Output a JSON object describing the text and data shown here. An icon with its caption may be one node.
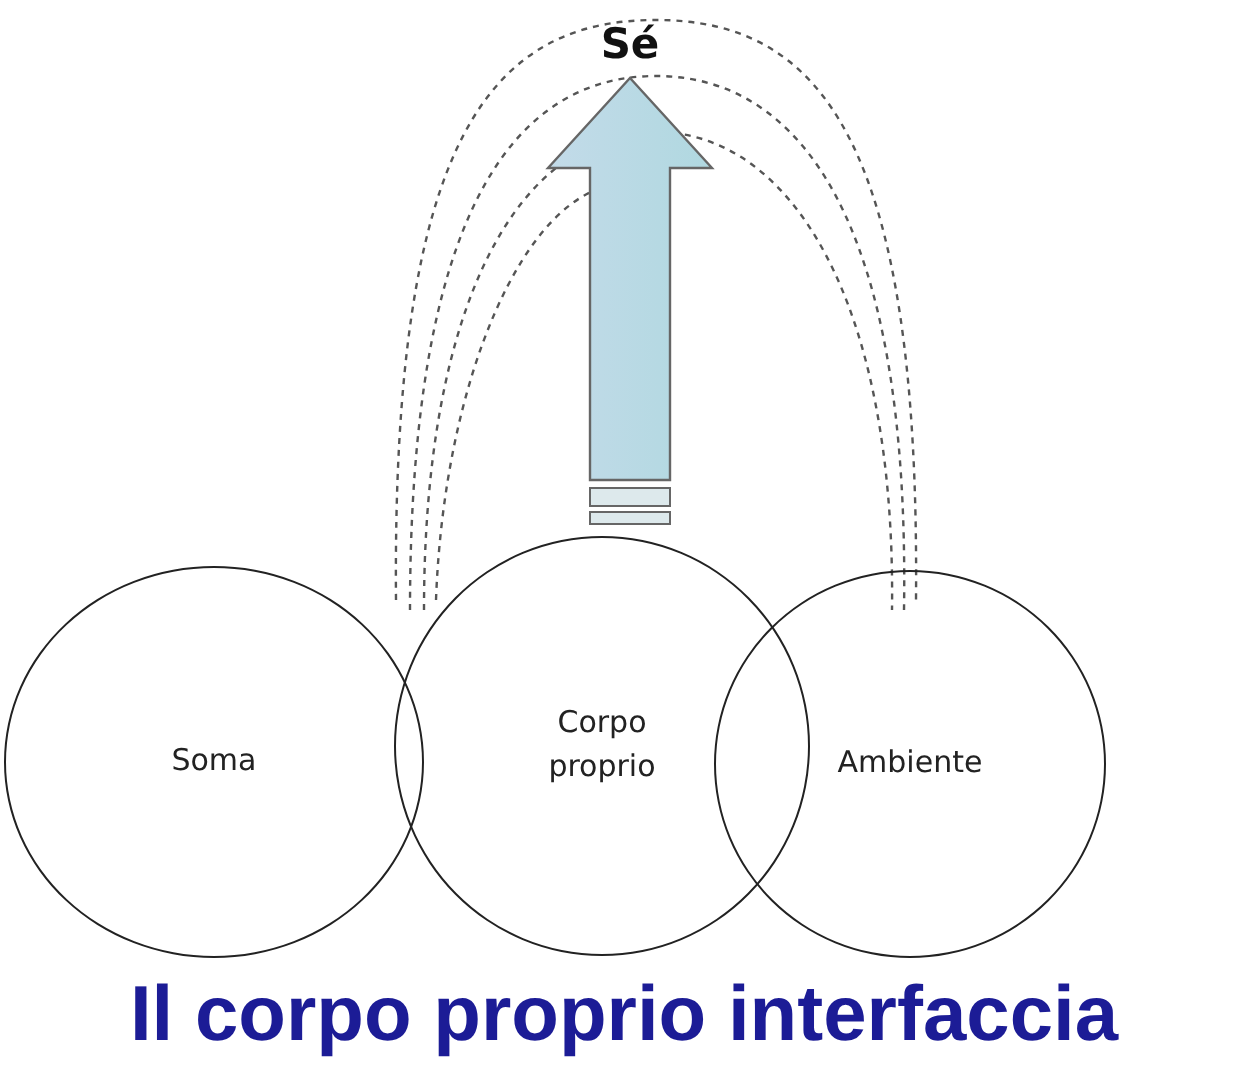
{
  "diagram": {
    "caption": "Il corpo proprio interfaccia",
    "nodes": [
      {
        "text": [
          "Soma"
        ]
      },
      {
        "text": [
          "Corpo proprio"
        ]
      },
      {
        "text": [
          "Ambiente"
        ]
      },
      {
        "text": [
          "Sé"
        ]
      }
    ],
    "edges": [
      {
        "from": 1,
        "to": 3,
        "arrow": "to",
        "style": "thick"
      }
    ]
  }
}
